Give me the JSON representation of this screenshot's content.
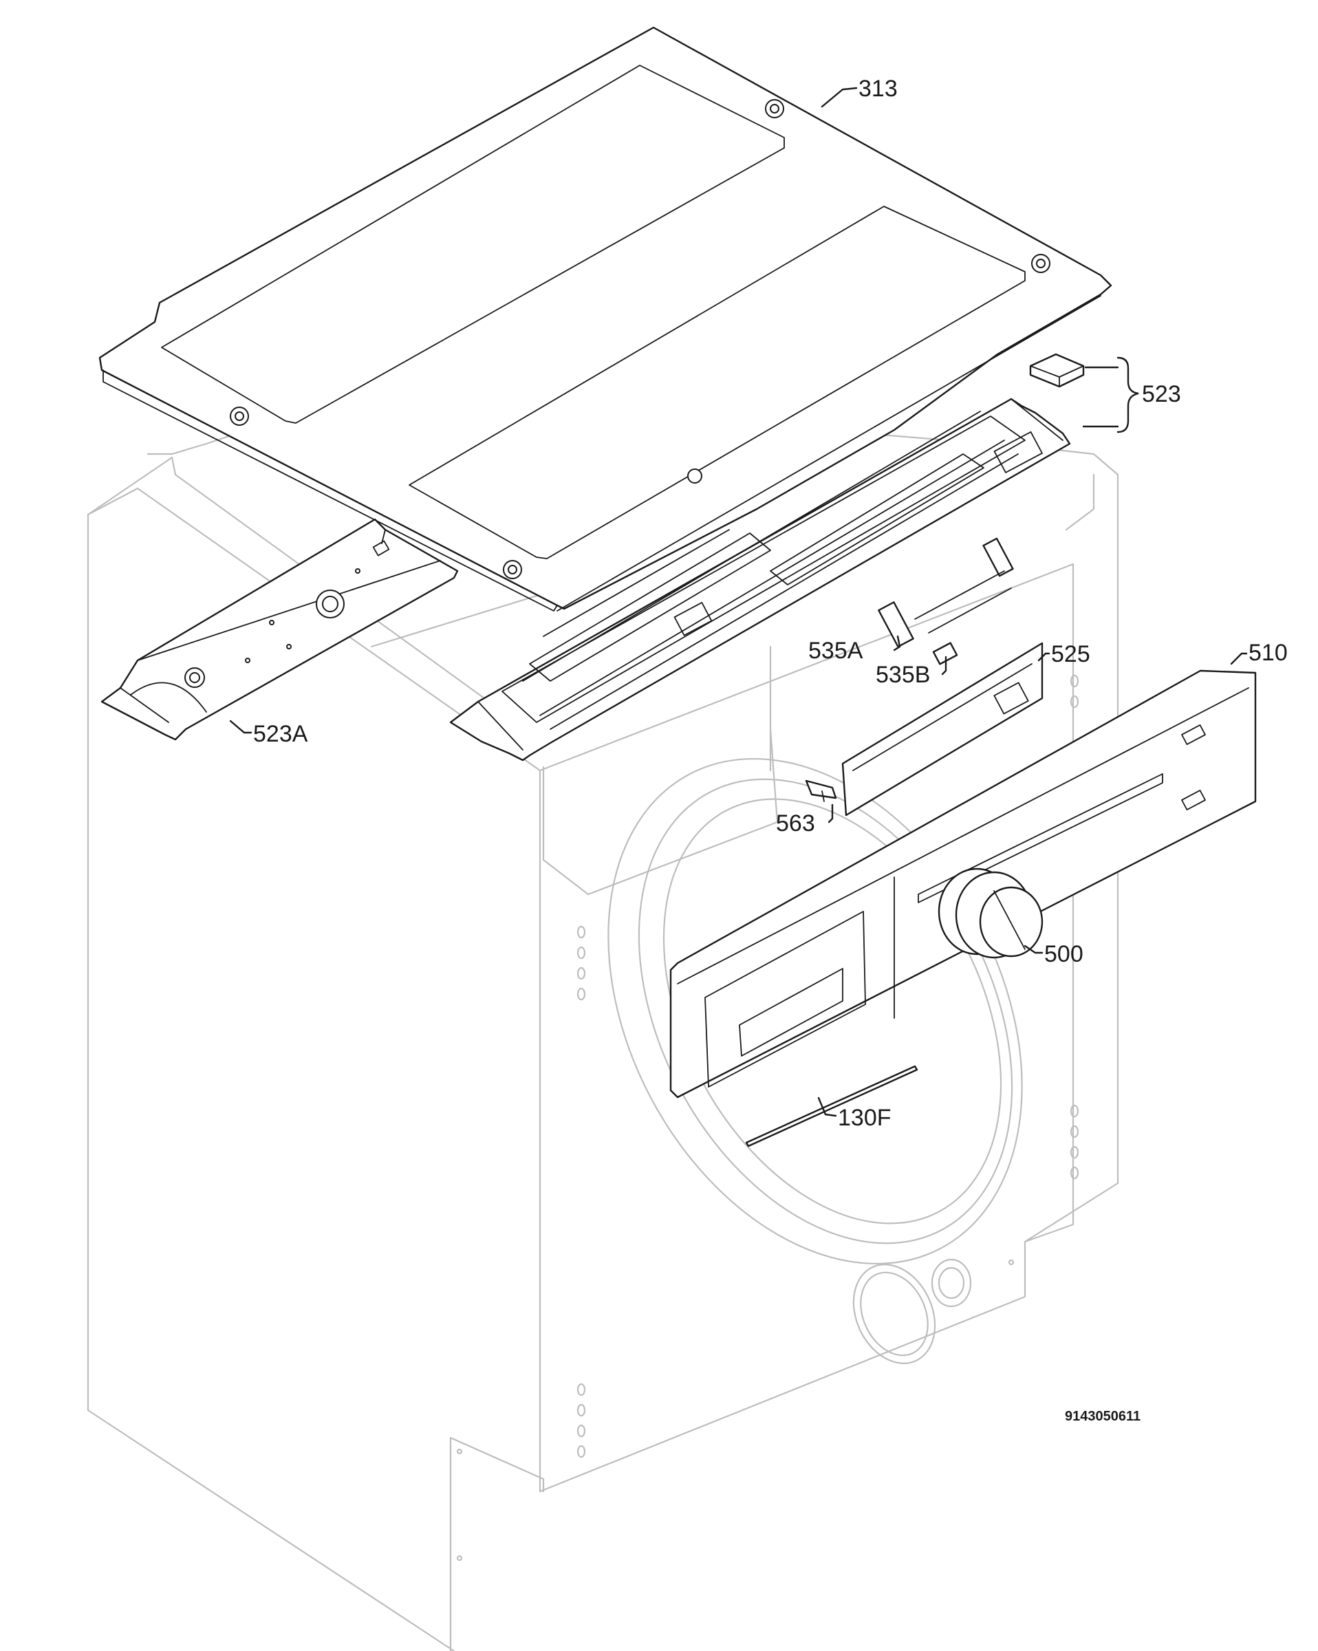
{
  "drawing_number": "9143050611",
  "callouts": [
    {
      "id": "313",
      "text": "313"
    },
    {
      "id": "523",
      "text": "523"
    },
    {
      "id": "523A",
      "text": "523A"
    },
    {
      "id": "535A",
      "text": "535A"
    },
    {
      "id": "535B",
      "text": "535B"
    },
    {
      "id": "525",
      "text": "525"
    },
    {
      "id": "510",
      "text": "510"
    },
    {
      "id": "563",
      "text": "563"
    },
    {
      "id": "500",
      "text": "500"
    },
    {
      "id": "130F",
      "text": "130F"
    }
  ]
}
